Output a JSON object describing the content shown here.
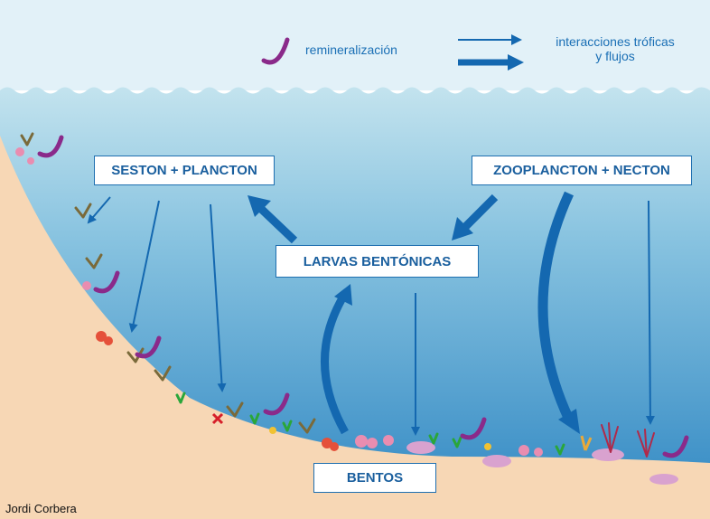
{
  "legend": {
    "remineralization_label": "remineralización",
    "trophic_label_line1": "interacciones tróficas",
    "trophic_label_line2": "y flujos"
  },
  "boxes": {
    "seston": "SESTON + PLANCTON",
    "zooplankton": "ZOOPLANCTON + NECTON",
    "larvae": "LARVAS BENTÓNICAS",
    "benthos": "BENTOS"
  },
  "credit": "Jordi Corbera",
  "colors": {
    "sky": "#e2f1f8",
    "water_top": "#c3e3ee",
    "water_bottom": "#2e86c2",
    "sand": "#f7d7b5",
    "arrow": "#1468b0",
    "remineralization": "#8a2a8a"
  }
}
